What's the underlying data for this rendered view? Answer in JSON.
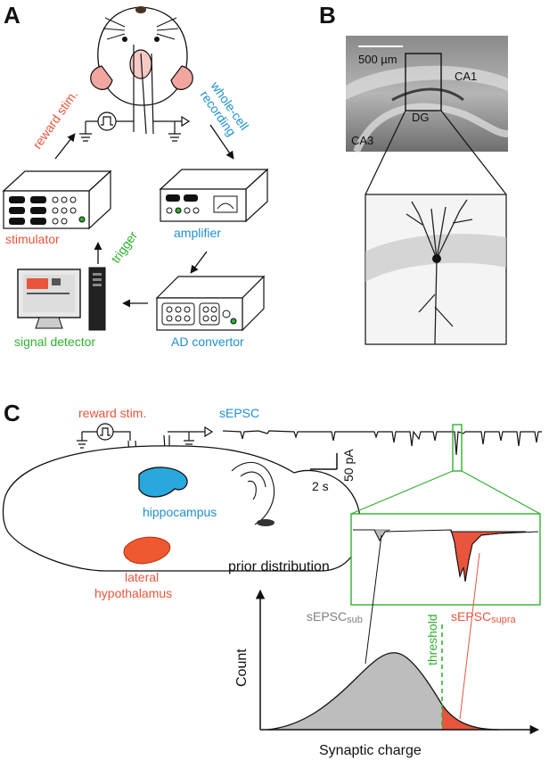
{
  "panels": {
    "a": "A",
    "b": "B",
    "c": "C"
  },
  "panel_a": {
    "reward_stim": "reward stim.",
    "whole_cell_1": "whole-cell",
    "whole_cell_2": "recording",
    "stimulator": "stimulator",
    "amplifier": "amplifier",
    "trigger": "trigger",
    "signal_detector": "signal detector",
    "ad_convertor": "AD convertor"
  },
  "panel_b": {
    "scale_bar": "500 µm",
    "ca1": "CA1",
    "dg": "DG",
    "ca3": "CA3"
  },
  "panel_c": {
    "reward_stim": "reward stim.",
    "sepsc": "sEPSC",
    "hippocampus": "hippocampus",
    "lateral": "lateral",
    "hypothalamus": "hypothalamus",
    "scale_time": "2 s",
    "scale_current": "50 pA",
    "prior_distribution": "prior distribution",
    "sepsc_sub_main": "sEPSC",
    "sepsc_sub_sub": "sub",
    "sepsc_supra_main": "sEPSC",
    "sepsc_supra_sub": "supra",
    "threshold": "threshold",
    "y_axis": "Count",
    "x_axis": "Synaptic charge"
  },
  "colors": {
    "red": "#e8553c",
    "blue": "#1f8fd0",
    "green": "#2fb02f",
    "gray": "#bdbdbd"
  }
}
